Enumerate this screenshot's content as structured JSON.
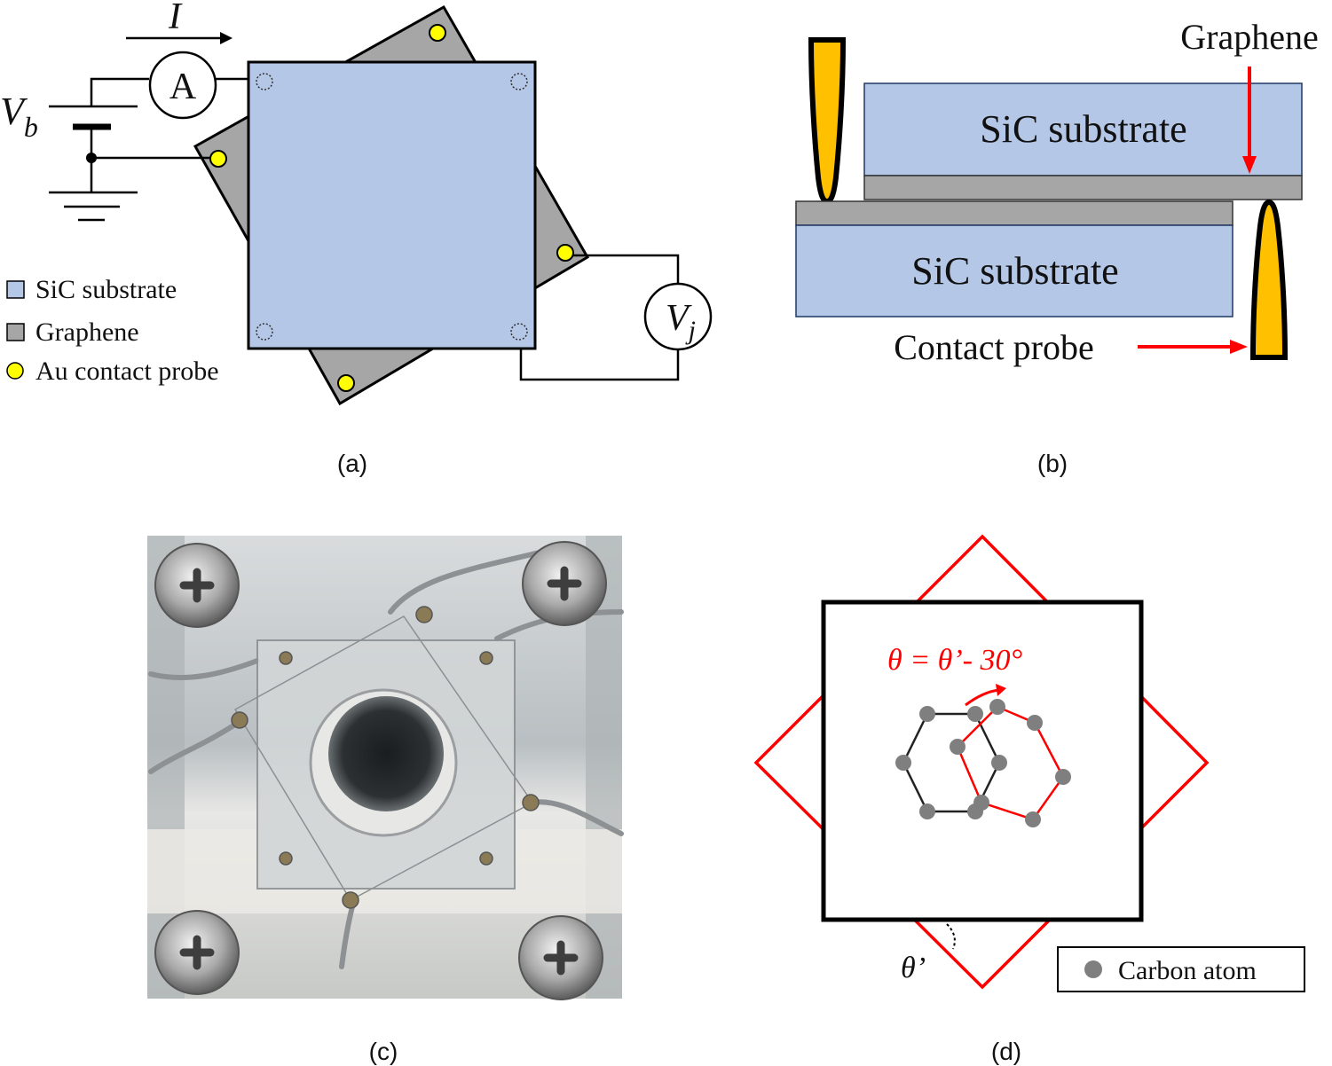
{
  "colors": {
    "sic": "#b4c7e7",
    "graphene": "#a6a6a6",
    "gold": "#ffc000",
    "au_probe": "#ffff00",
    "red": "#ff0000",
    "atom": "#7f7f7f"
  },
  "panel_a": {
    "caption": "(a)",
    "current_label": "I",
    "ammeter_label": "A",
    "bias_label_main": "V",
    "bias_label_sub": "b",
    "voltmeter_label_main": "V",
    "voltmeter_label_sub": "j",
    "legend": [
      {
        "label": "SiC substrate",
        "swatch": "square",
        "color": "#b4c7e7"
      },
      {
        "label": "Graphene",
        "swatch": "square",
        "color": "#a6a6a6"
      },
      {
        "label": "Au contact probe",
        "swatch": "circle",
        "color": "#ffff00"
      }
    ]
  },
  "panel_b": {
    "caption": "(b)",
    "graphene_label": "Graphene",
    "top_substrate_label": "SiC substrate",
    "bottom_substrate_label": "SiC substrate",
    "probe_label": "Contact probe"
  },
  "panel_c": {
    "caption": "(c)"
  },
  "panel_d": {
    "caption": "(d)",
    "formula": "θ = θ’- 30°",
    "angle_label": "θ’",
    "legend_label": "Carbon atom"
  }
}
